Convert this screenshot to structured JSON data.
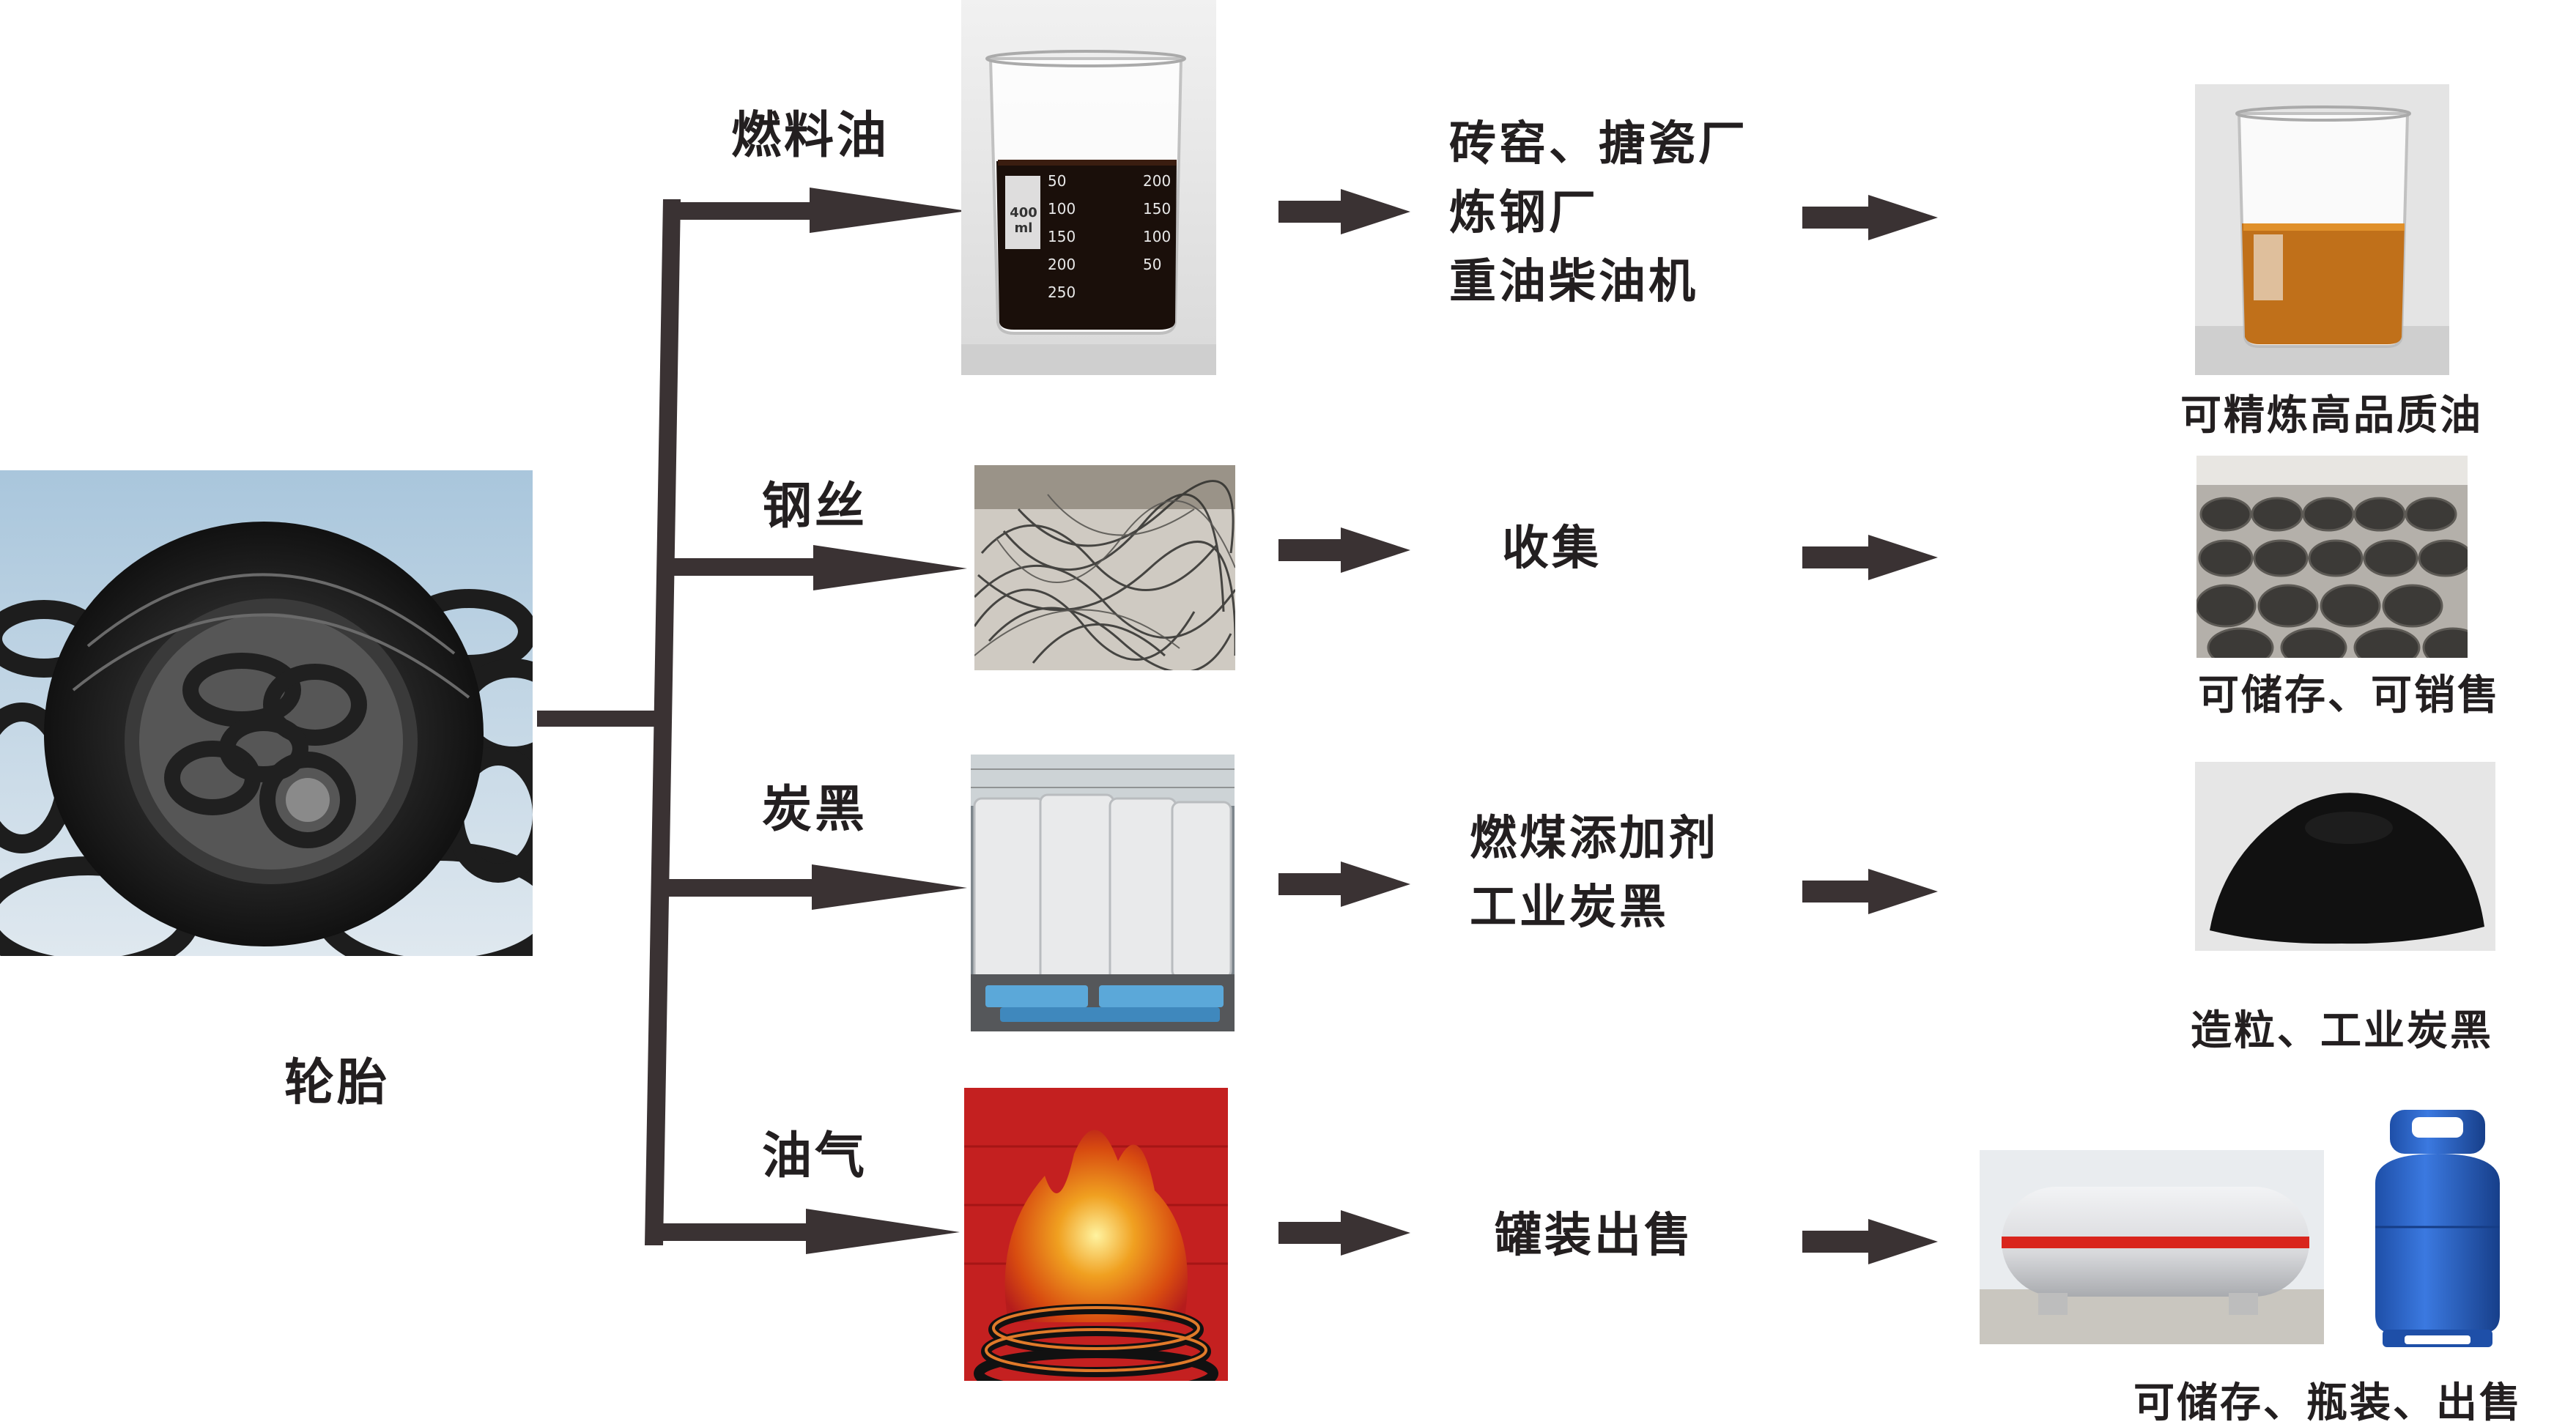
{
  "source": {
    "label": "轮胎"
  },
  "branches": [
    {
      "product": "燃料油",
      "uses": [
        "砖窑、搪瓷厂",
        "炼钢厂",
        "重油柴油机"
      ],
      "result": "可精炼高品质油",
      "beaker_marks": [
        "50",
        "100",
        "150",
        "200",
        "250",
        "200",
        "150",
        "100",
        "50"
      ],
      "beaker_capacity": "400 ml"
    },
    {
      "product": "钢丝",
      "uses": [
        "收集"
      ],
      "result": "可储存、可销售"
    },
    {
      "product": "炭黑",
      "uses": [
        "燃煤添加剂",
        "工业炭黑"
      ],
      "result": "造粒、工业炭黑"
    },
    {
      "product": "油气",
      "uses": [
        "罐装出售"
      ],
      "result": "可储存、瓶装、出售"
    }
  ],
  "colors": {
    "arrow": "#3a3233",
    "text": "#231f20",
    "oil_dark": "#1a0f0a",
    "oil_refined": "#c0701a",
    "steel": "#4a4a48",
    "carbon": "#111111",
    "flame": "#f0a020",
    "cylinder": "#2b63c9",
    "tank": "#d8d9dc",
    "tank_stripe": "#d9251d"
  }
}
